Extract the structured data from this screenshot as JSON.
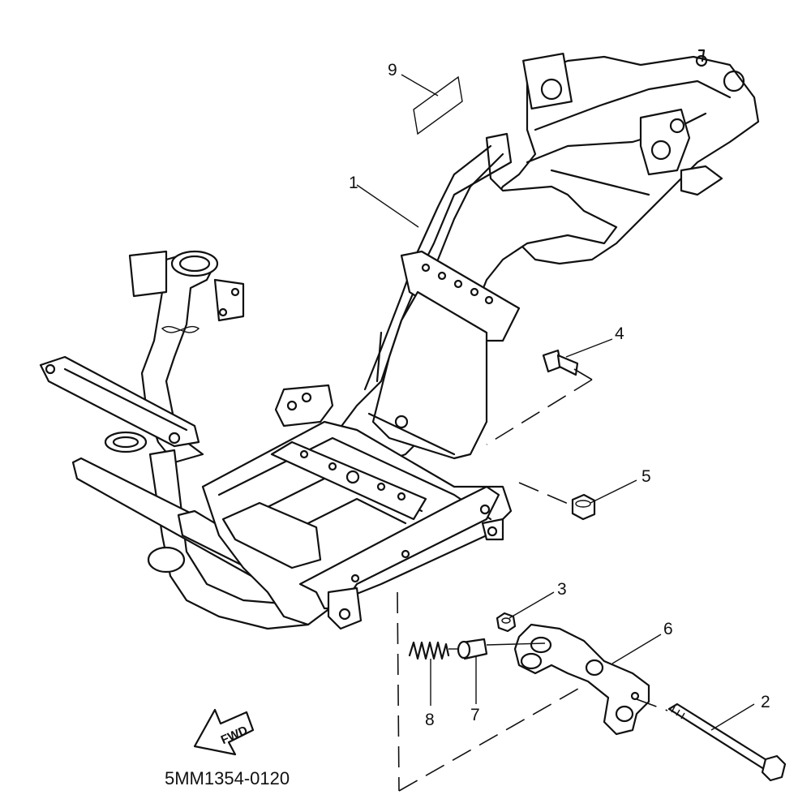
{
  "callouts": [
    {
      "id": "1",
      "label": "1"
    },
    {
      "id": "2",
      "label": "2"
    },
    {
      "id": "3",
      "label": "3"
    },
    {
      "id": "4",
      "label": "4"
    },
    {
      "id": "5",
      "label": "5"
    },
    {
      "id": "6",
      "label": "6"
    },
    {
      "id": "7",
      "label": "7"
    },
    {
      "id": "8",
      "label": "8"
    },
    {
      "id": "9",
      "label": "9"
    }
  ],
  "fwd_label": "FWD",
  "diagram_code": "5MM1354-0120"
}
